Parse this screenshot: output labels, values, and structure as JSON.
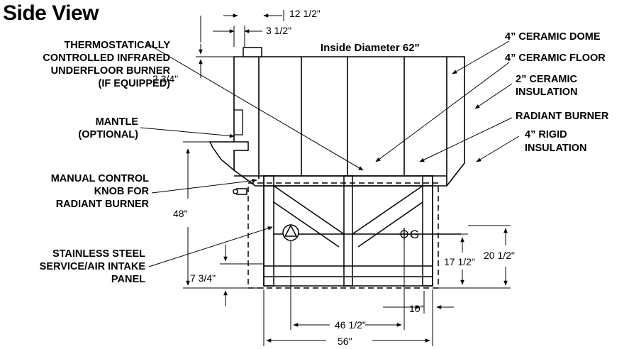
{
  "title": "Side View",
  "inside_diameter": "Inside Diameter 62\"",
  "labels": {
    "burner": [
      "THERMOSTATICALLY",
      "CONTROLLED INFRARED",
      "UNDERFLOOR BURNER",
      "(IF EQUIPPED)"
    ],
    "mantle": [
      "MANTLE",
      "(OPTIONAL)"
    ],
    "knob": [
      "MANUAL CONTROL",
      "KNOB FOR",
      "RADIANT BURNER"
    ],
    "panel": [
      "STAINLESS STEEL",
      "SERVICE/AIR INTAKE",
      "PANEL"
    ],
    "dome": "4” CERAMIC DOME",
    "floor": "4” CERAMIC FLOOR",
    "insulation": [
      "2” CERAMIC",
      "INSULATION"
    ],
    "radiant": "RADIANT BURNER",
    "rigid": [
      "4” RIGID",
      "INSULATION"
    ]
  },
  "dimensions": {
    "d12_5": "12 1/2\"",
    "d3_5": "3 1/2\"",
    "d2_75": "2 3/4\"",
    "d48": "48\"",
    "d7_75": "7 3/4\"",
    "d17_5": "17 1/2\"",
    "d20_5": "20 1/2\"",
    "d10": "10\"",
    "d46_5": "46 1/2\"",
    "d56": "56\""
  },
  "symbols": {
    "gas_marker": "G"
  }
}
